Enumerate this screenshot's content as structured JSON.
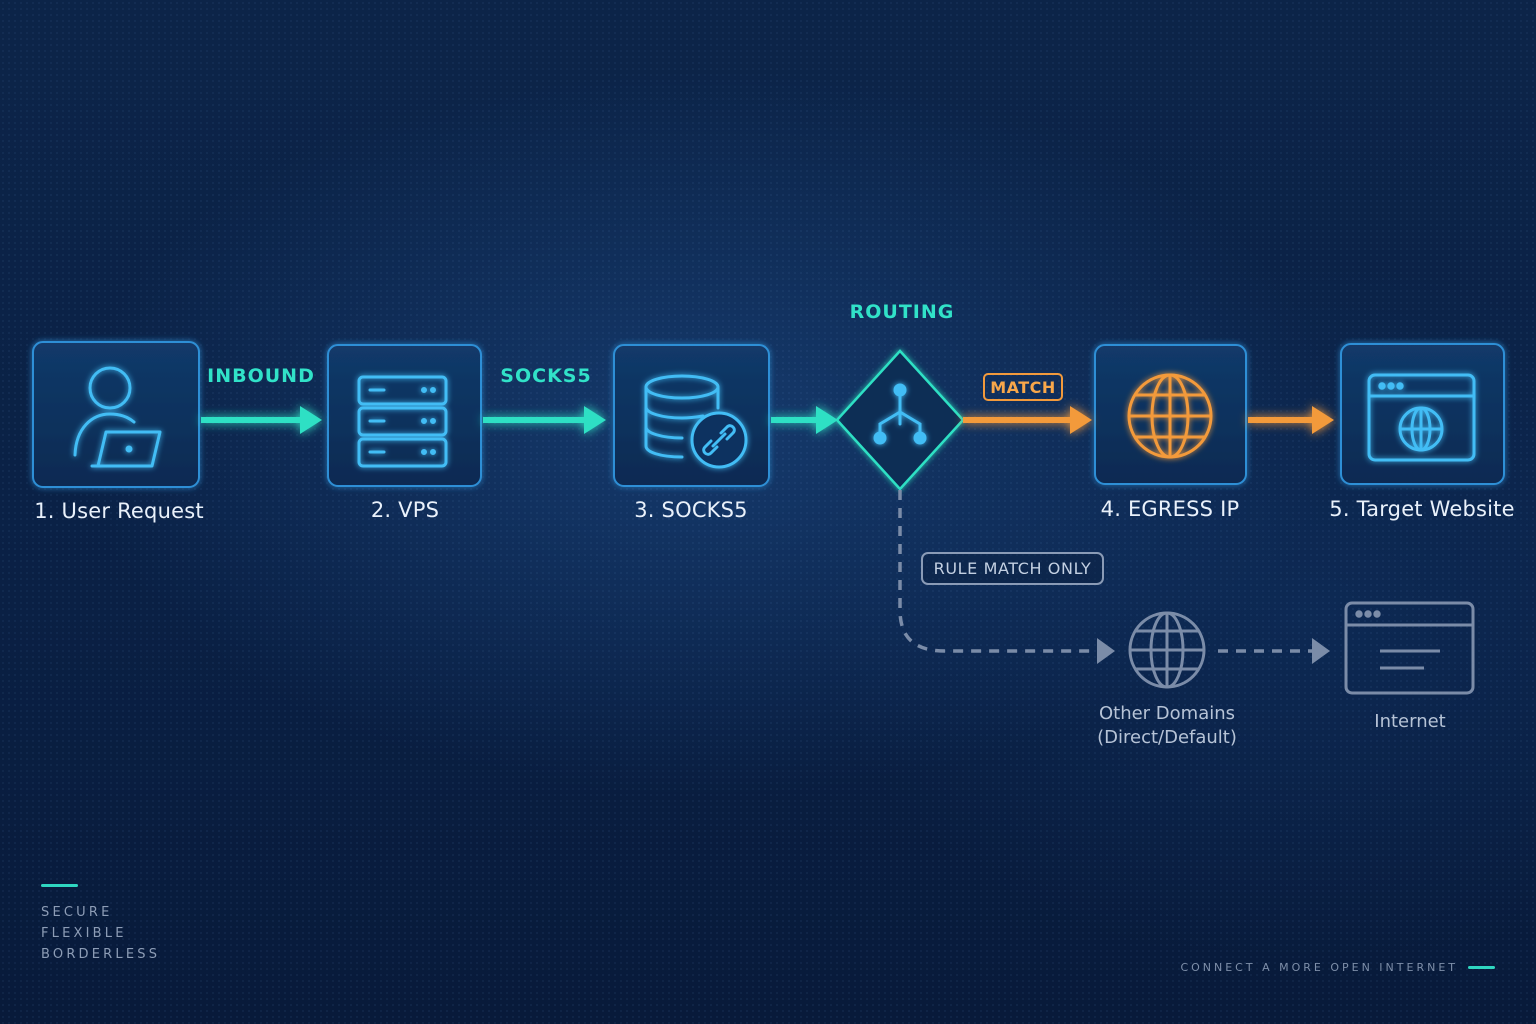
{
  "nodes": [
    {
      "label": "1. User Request",
      "icon": "user-laptop-icon"
    },
    {
      "label": "2. VPS",
      "icon": "server-stack-icon"
    },
    {
      "label": "3. SOCKS5",
      "icon": "database-link-icon"
    },
    {
      "label": "4. EGRESS IP",
      "icon": "globe-icon"
    },
    {
      "label": "5. Target Website",
      "icon": "browser-globe-icon"
    }
  ],
  "routing": {
    "label": "ROUTING",
    "icon": "routing-split-icon"
  },
  "edges": {
    "inbound": "INBOUND",
    "socks5": "SOCKS5",
    "match": "MATCH"
  },
  "fallback": {
    "rule_label": "RULE MATCH ONLY",
    "other_domains_line1": "Other Domains",
    "other_domains_line2": "(Direct/Default)",
    "other_domains_icon": "globe-icon",
    "internet_label": "Internet",
    "internet_icon": "browser-window-icon"
  },
  "taglines": [
    "SECURE",
    "FLEXIBLE",
    "BORDERLESS"
  ],
  "footer": "CONNECT A MORE OPEN INTERNET",
  "colors": {
    "teal": "#2fe0c4",
    "blue": "#3fb6ff",
    "orange": "#f39a3a",
    "gray": "#8293ad"
  }
}
